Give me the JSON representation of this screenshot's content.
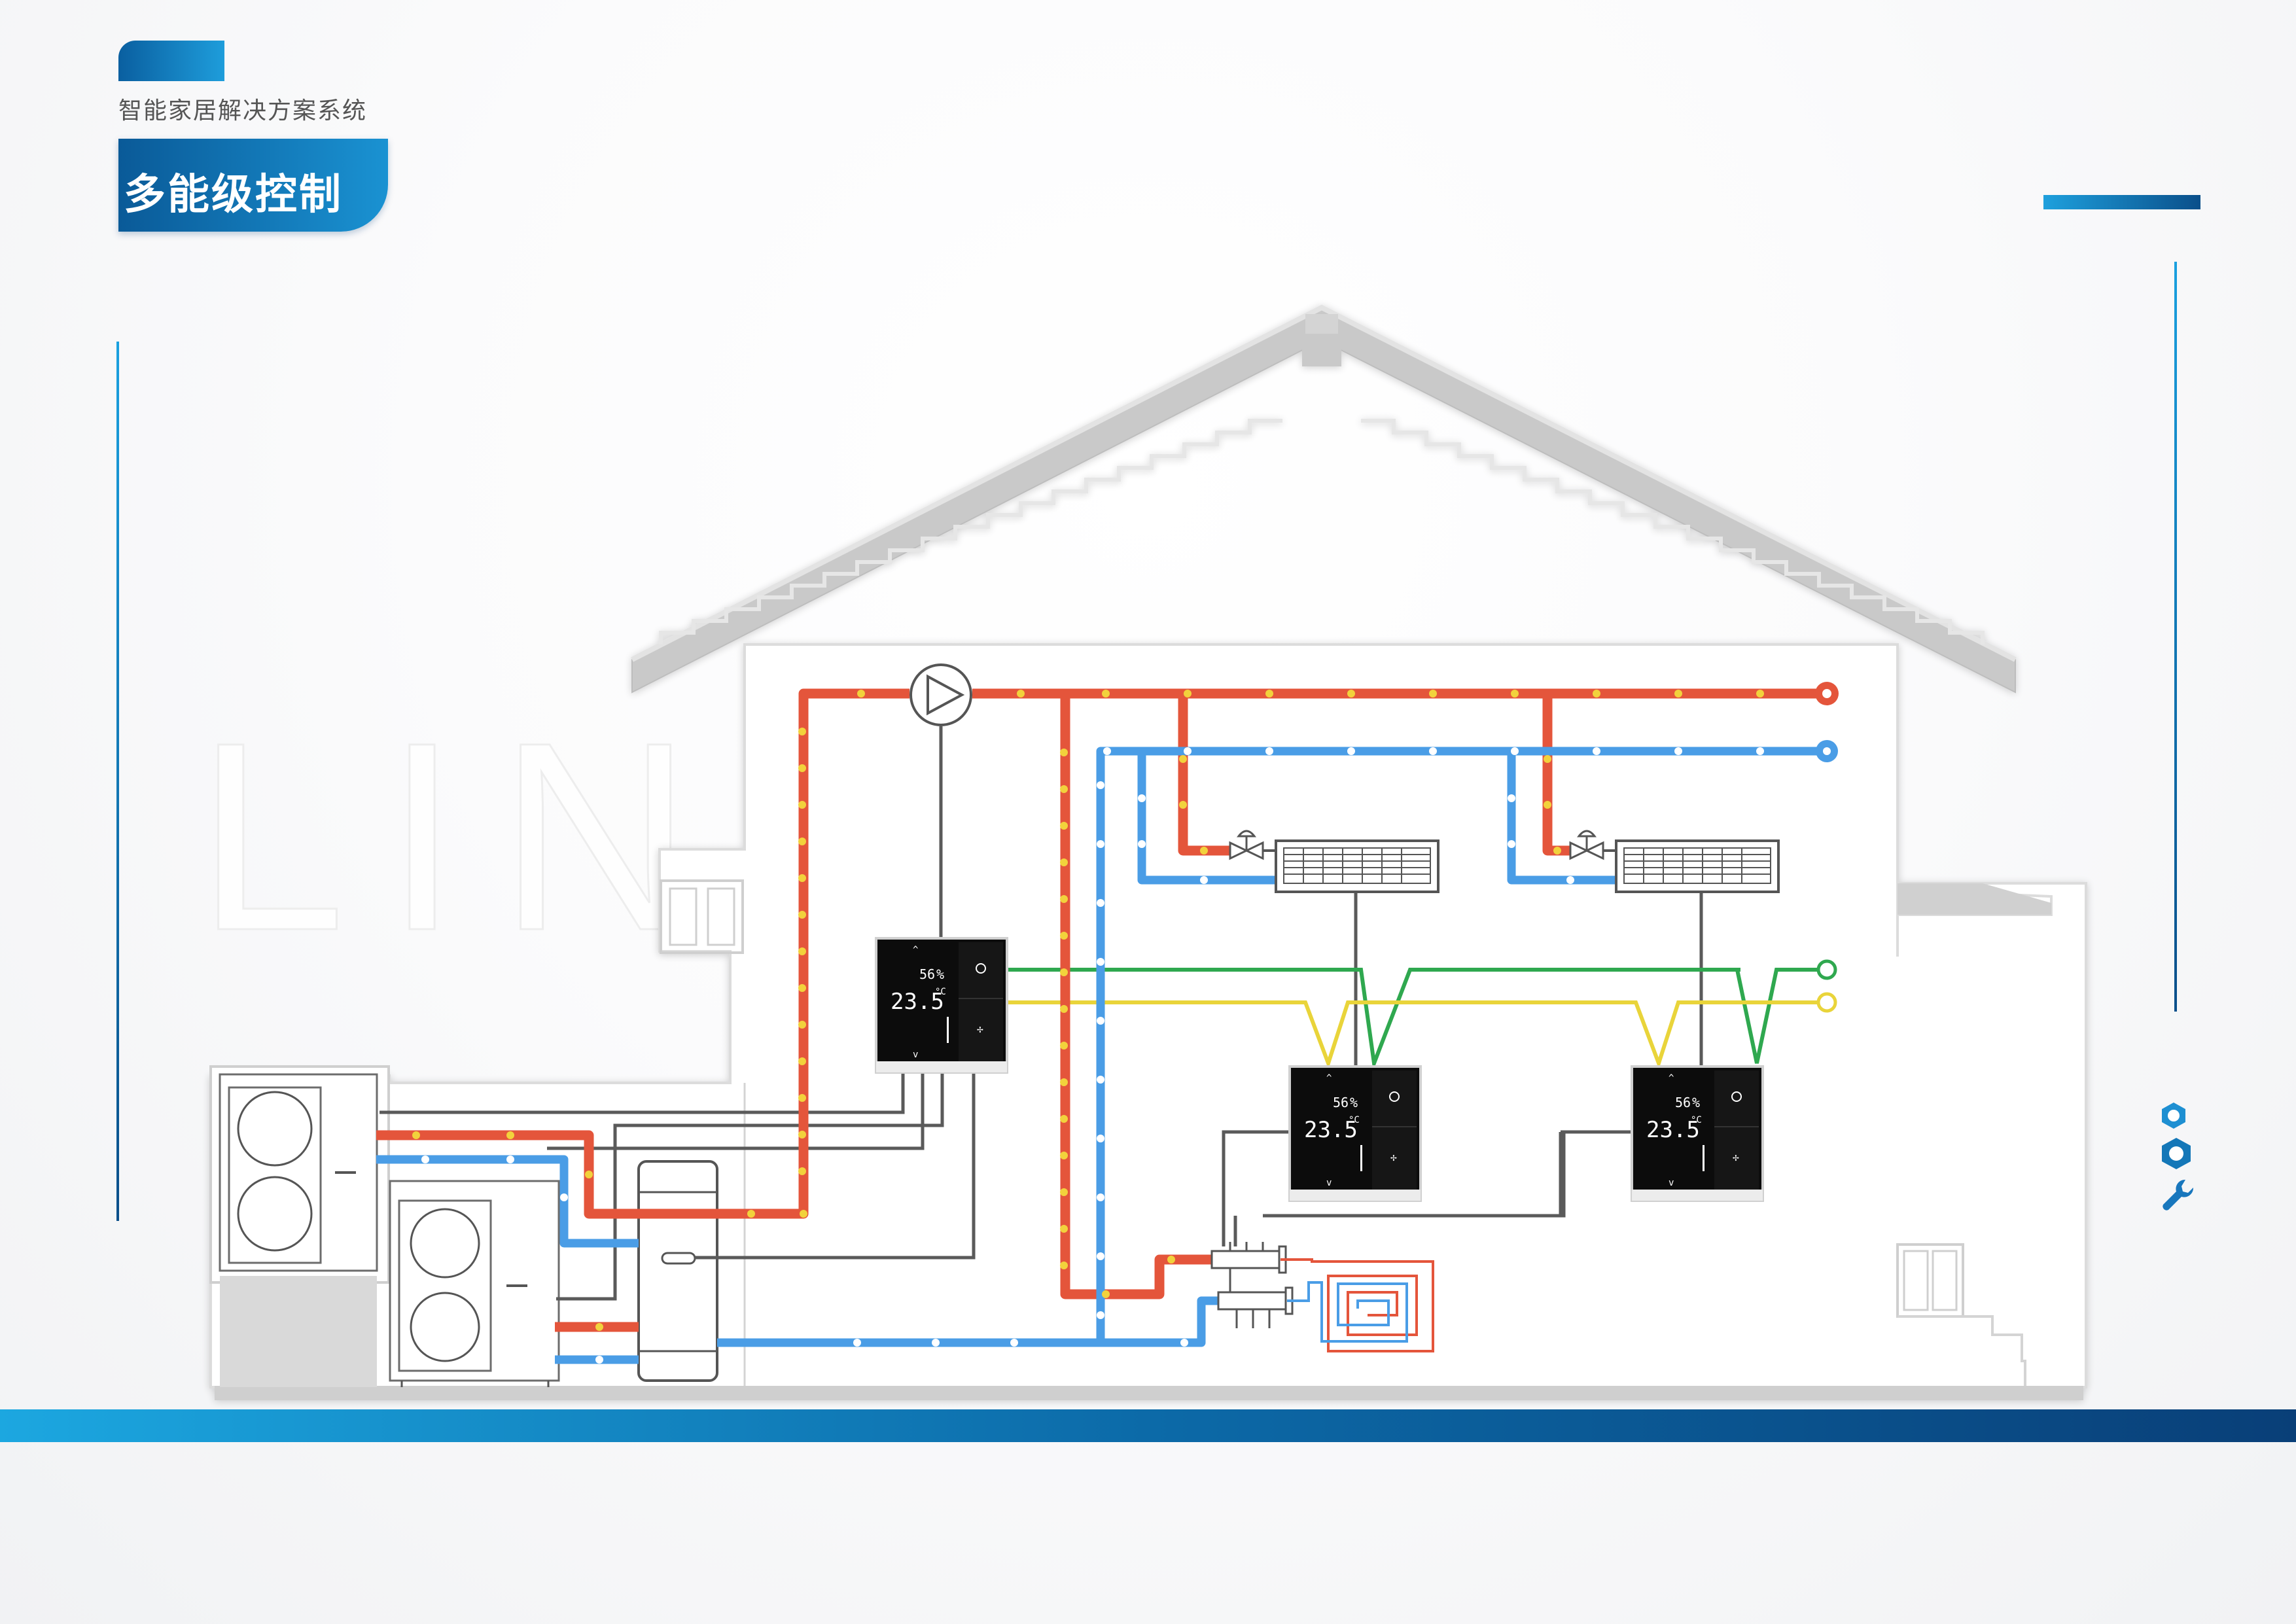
{
  "header": {
    "subtitle": "智能家居解决方案系统",
    "title": "多能级控制"
  },
  "thermostats": [
    {
      "id": "main",
      "temperature": "23.5",
      "unit": "°C",
      "humidity": "56",
      "humidity_unit": "%"
    },
    {
      "id": "room-1",
      "temperature": "23.5",
      "unit": "°C",
      "humidity": "56",
      "humidity_unit": "%"
    },
    {
      "id": "room-2",
      "temperature": "23.5",
      "unit": "°C",
      "humidity": "56",
      "humidity_unit": "%"
    }
  ],
  "watermark": "LINKO",
  "colors": {
    "supply": "#e4553b",
    "return": "#4a9de6",
    "signal_green": "#2fa84f",
    "signal_yellow": "#e9d43a",
    "accent_dark": "#0a5a98",
    "accent_light": "#1e9ddb",
    "house_outline": "#dedede",
    "thermostat_bg": "#0c0c0c"
  },
  "side_icons": [
    "nut-icon",
    "hexagon-bolt-icon",
    "wrench-icon"
  ]
}
